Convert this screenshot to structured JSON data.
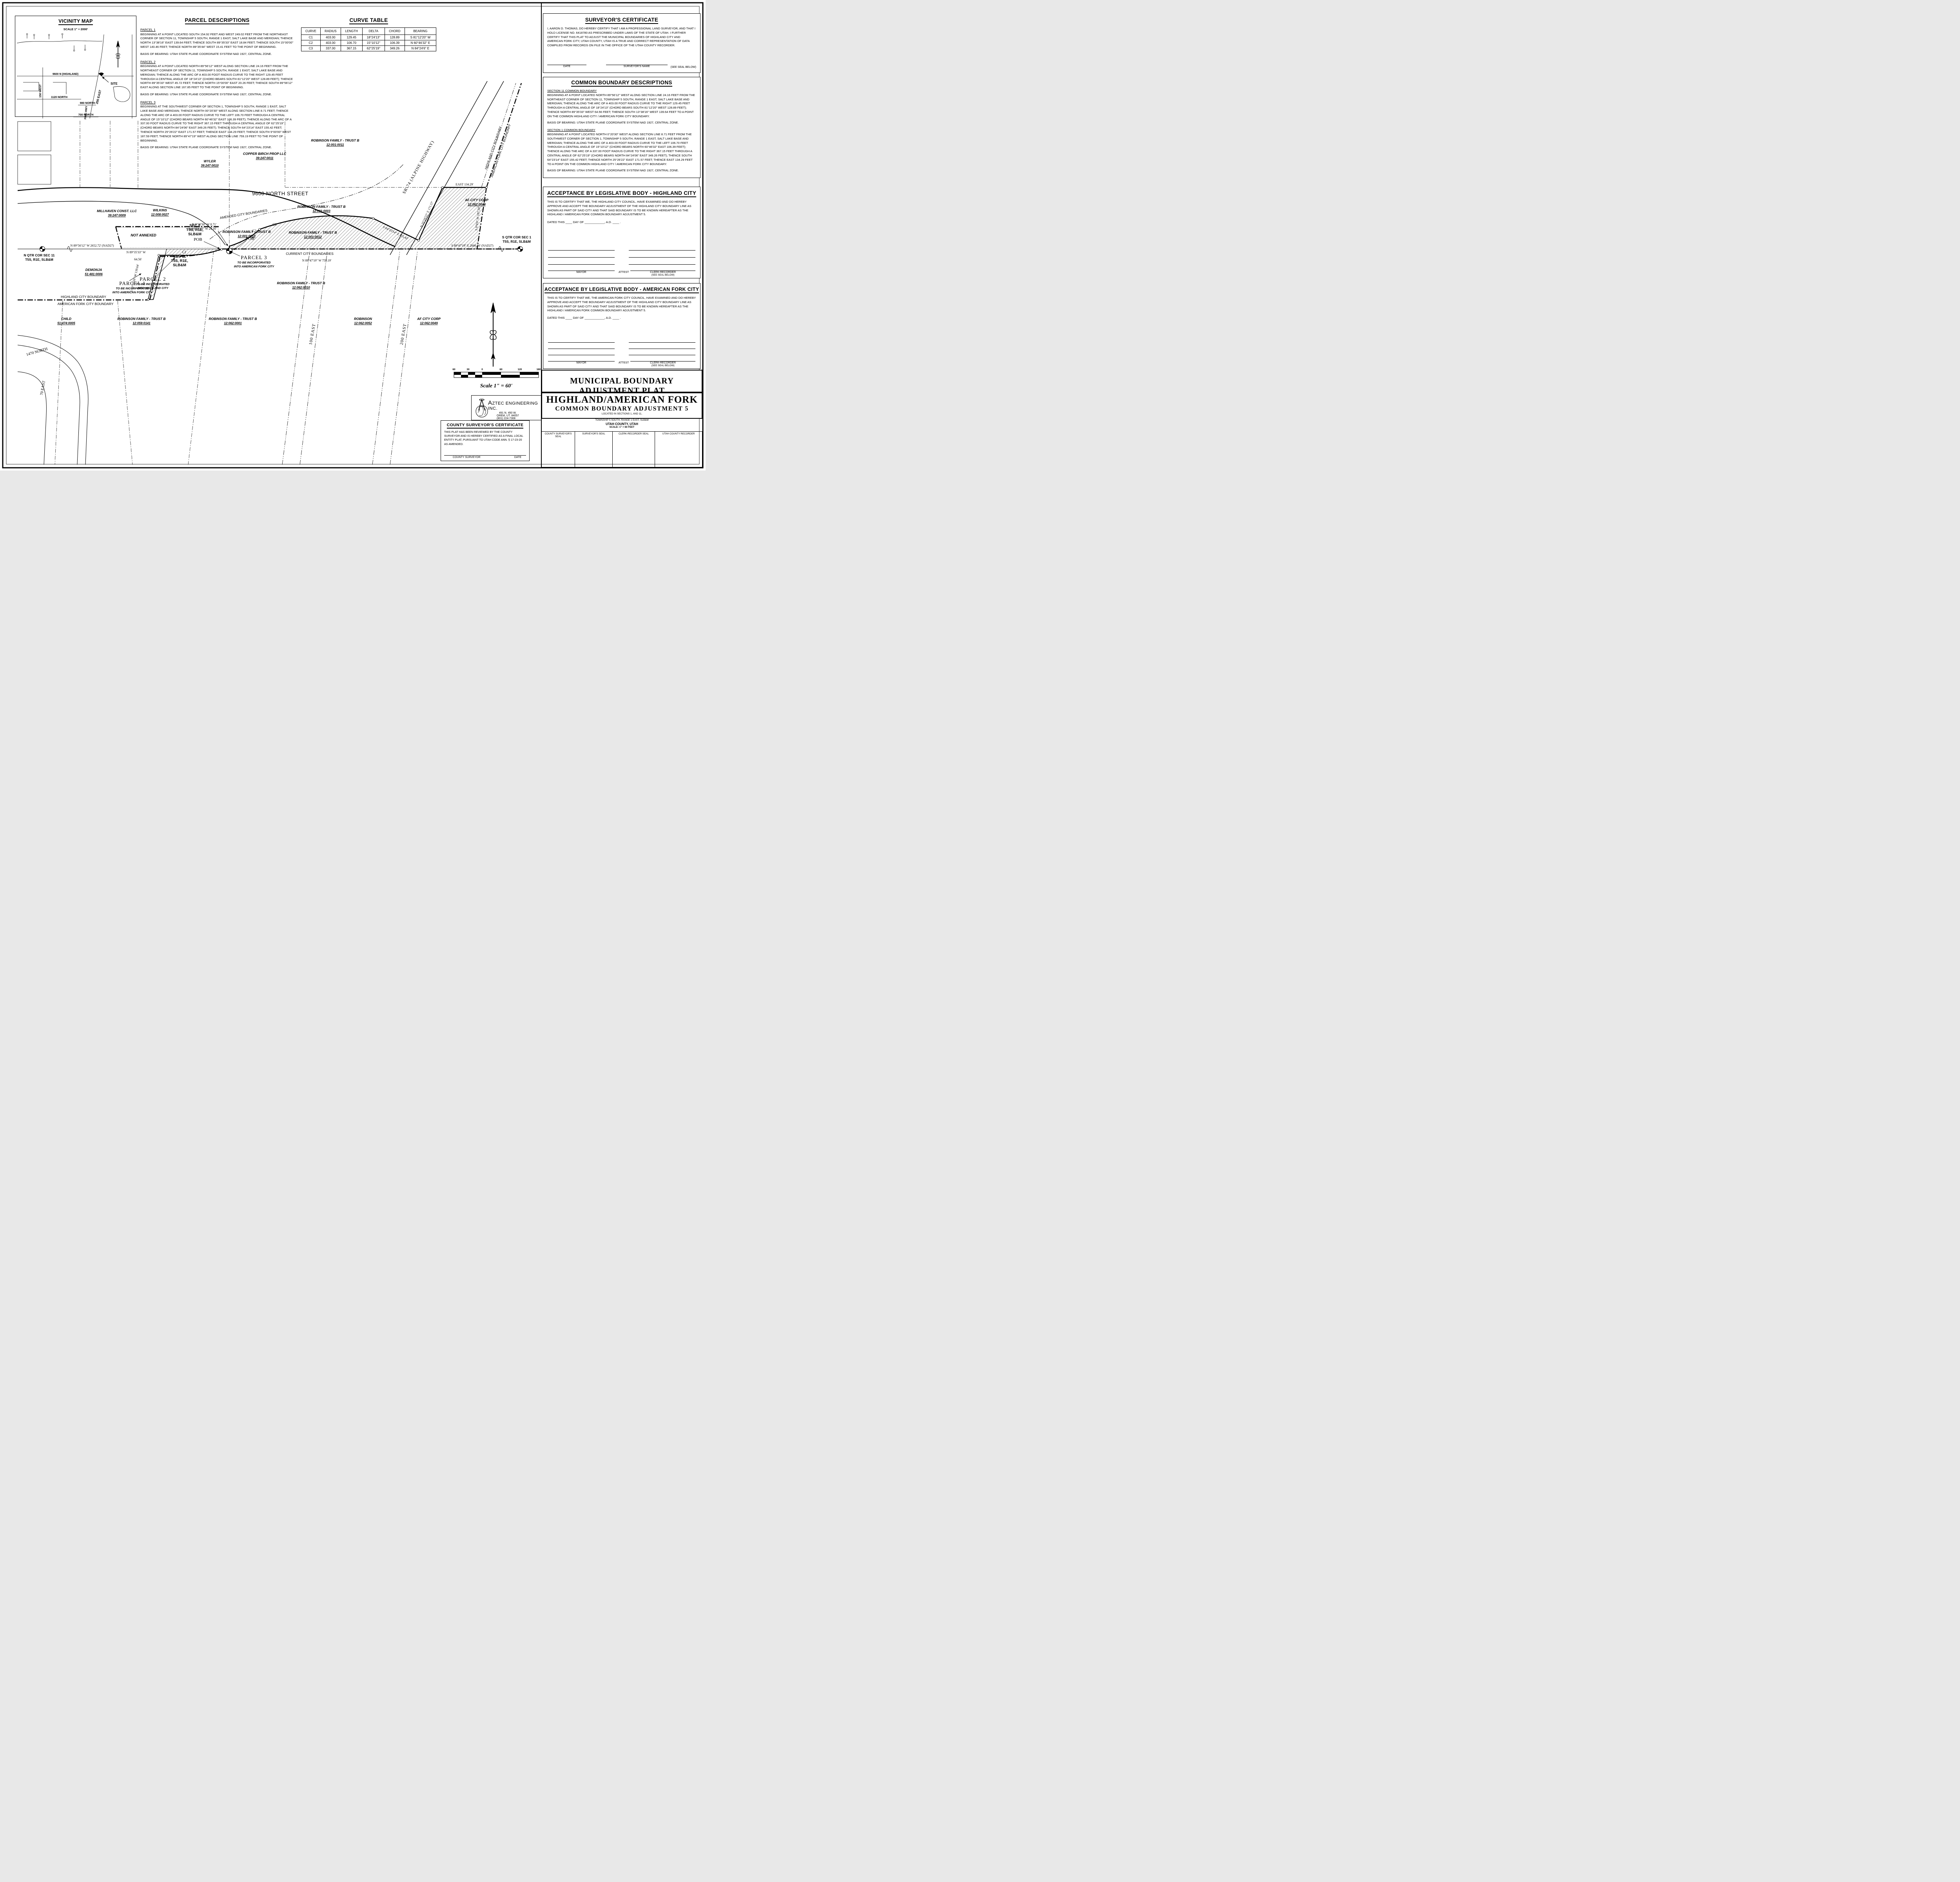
{
  "vicinity": {
    "title": "VICINITY MAP",
    "scale": "SCALE 1\" = 2000'",
    "labels": {
      "street9600": "9600 N (HIGHLAND)",
      "site": "SITE",
      "w150": "150 WEST",
      "e200": "200 EAST",
      "n1120": "1120 NORTH",
      "n980": "980 NORTH",
      "alpine": "ALPINE HWY",
      "n700": "700 NORTH"
    }
  },
  "parcel_descriptions": {
    "title": "PARCEL DESCRIPTIONS",
    "parcel1_head": "PARCEL 1",
    "parcel1_body": "BEGINNING AT A POINT LOCATED SOUTH 154.92 FEET AND WEST 249.02 FEET FROM THE NORTHEAST CORNER OF SECTION 11, TOWNSHIP 5 SOUTH, RANGE 1 EAST, SALT LAKE BASE AND MERIDIAN;  THENCE NORTH 13°38'16\" EAST 139.64 FEET;  THENCE SOUTH 89°35'33\" EAST 18.84 FEET;  THENCE SOUTH 15°00'00\" WEST 140.46 FEET;  THENCE NORTH 89°35'44\" WEST 15.41 FEET TO THE POINT OF BEGINNING.",
    "basis1": "BASIS OF BEARING: UTAH STATE PLANE COORDINATE SYSTEM NAD 1927, CENTRAL ZONE.",
    "parcel2_head": "PARCEL 2",
    "parcel2_body": "BEGINNING AT A POINT LOCATED NORTH 89°56'12\" WEST ALONG SECTION LINE 24.16 FEET FROM THE NORTHEAST CORNER OF SECTION 11, TOWNSHIP 5 SOUTH, RANGE 1 EAST, SALT LAKE BASE AND MERIDIAN;  THENCE ALONG THE ARC OF A 403.00 FOOT RADIUS CURVE TO THE RIGHT 129.45 FEET THROUGH A CENTRAL ANGLE OF 18°24'13\" (CHORD BEARS SOUTH 81°12'20\" WEST 128.89 FEET);  THENCE NORTH 89°35'33\" WEST 45.72 FEET;  THENCE NORTH 15°00'00\" EAST 20.26 FEET;  THENCE SOUTH 89°56'12\" EAST ALONG SECTION LINE 167.85 FEET TO THE POINT OF BEGINNING.",
    "basis2": "BASIS OF BEARING: UTAH STATE PLANE COORDINATE SYSTEM NAD 1927, CENTRAL ZONE.",
    "parcel3_head": "PARCEL 3",
    "parcel3_body": "BEGINNING AT THE SOUTHWEST CORNER OF SECTION 1, TOWNSHIP 5 SOUTH, RANGE 1 EAST, SALT LAKE BASE AND MERIDIAN;  THENCE NORTH 00°20'30\" WEST ALONG SECTION LINE 8.71 FEET;  THENCE ALONG THE ARC OF A 403.00 FOOT RADIUS CURVE TO THE LEFT 106.70 FEET THROUGH A CENTRAL ANGLE OF 15°10'12\" (CHORD BEARS NORTH 60°46'32\" EAST 106.39 FEET);  THENCE ALONG THE ARC OF A 337.00 FOOT RADIUS CURVE TO THE RIGHT 367.15 FEET THROUGH A CENTRAL ANGLE OF 62°25'19\" (CHORD BEARS NORTH 84°24'06\" EAST 349.26 FEET);  THENCE SOUTH 64°23'14\" EAST 155.42 FEET;  THENCE NORTH 25°26'22\" EAST 171.57 FEET;  THENCE EAST 134.29 FEET;  THENCE SOUTH 9°00'00\" WEST 187.59 FEET;  THENCE NORTH 89°47'19\" WEST ALONG SECTION LINE 759.19 FEET TO THE POINT OF BEGINNING.",
    "basis3": "BASIS OF BEARING: UTAH STATE PLANE COORDINATE SYSTEM NAD 1927, CENTRAL ZONE."
  },
  "curve_table": {
    "title": "CURVE TABLE",
    "headers": [
      "CURVE",
      "RADIUS",
      "LENGTH",
      "DELTA",
      "CHORD",
      "BEARING"
    ],
    "rows": [
      {
        "curve": "C1",
        "radius": "403.00",
        "length": "129.45",
        "delta": "18°24'13\"",
        "chord": "128.89",
        "bearing": "S 81°12'20\" W"
      },
      {
        "curve": "C2",
        "radius": "403.00",
        "length": "106.70",
        "delta": "15°10'12\"",
        "chord": "106.39",
        "bearing": "N 60°46'32\" E"
      },
      {
        "curve": "C3",
        "radius": "337.00",
        "length": "367.15",
        "delta": "62°25'19\"",
        "chord": "349.26",
        "bearing": "N 84°24'6\" E"
      }
    ]
  },
  "surveyors_certificate": {
    "title": "SURVEYOR'S CERTIFICATE",
    "body": "I, AARON D. THOMAS, DO HEREBY CERTIFY THAT I AM A PROFESSIONAL LAND SURVEYOR, AND THAT I HOLD LICENSE NO. 6418780 AS PRESCRIBED UNDER LAWS OF THE STATE OF UTAH.  I FURTHER CERTIFY THAT THIS PLAT TO ADJUST THE MUNICIPAL BOUNDARIES OF HIGHLAND CITY AND AMERICAN FORK CITY, UTAH COUNTY, UTAH IS A TRUE AND CORRECT REPRESENTATION OF DATA COMPILED FROM RECORDS ON FILE IN THE OFFICE OF THE UTAH COUNTY RECORDER.",
    "date_label": "DATE",
    "name_label": "SURVEYOR'S NAME",
    "seal_note": "(SEE SEAL BELOW)"
  },
  "common_boundary": {
    "title": "COMMON BOUNDARY DESCRIPTIONS",
    "sec11_head": "SECTION 11 COMMON BOUNDARY",
    "sec11_body": "BEGINNING AT A POINT LOCATED NORTH 89°56'12\" WEST ALONG SECTION LINE 24.16 FEET FROM THE NORTHEAST CORNER OF SECTION 11, TOWNSHIP 5 SOUTH, RANGE 1 EAST, SALT LAKE BASE AND MERIDIAN;  THENCE ALONG THE ARC OF A 403.00 FOOT RADIUS CURVE TO THE RIGHT 129.45 FEET THROUGH A CENTRAL ANGLE OF 18°24'13\" (CHORD BEARS SOUTH 81°12'20\" WEST 128.89 FEET);  THENCE NORTH 89°35'33\" WEST 64.56 FEET;  THENCE SOUTH 13°38'16\" WEST 139.64 FEET TO A POINT ON THE COMMON HIGHLAND CITY / AMERICAN FORK CITY BOUNDARY.",
    "basis1": "BASIS OF BEARING: UTAH STATE PLANE COORDINATE SYSTEM NAD 1927, CENTRAL ZONE.",
    "sec1_head": "SECTION 1 COMMON BOUNDARY",
    "sec1_body": "BEGINNING AT A POINT LOCATED NORTH 0°20'30\" WEST ALONG SECTION LINE 8.71 FEET FROM THE SOUTHWEST CORNER OF SECTION 1, TOWNSHIP 5 SOUTH, RANGE 1 EAST, SALT LAKE BASE AND MERIDIAN; THENCE ALONG THE ARC OF A 403.00 FOOT RADIUS CURVE TO THE LEFT 106.70 FEET THROUGH A CENTRAL ANGLE OF 15°10'12\" (CHORD BEARS NORTH 60°46'32\" EAST 106.39 FEET);  THENCE ALONG THE ARC OF A 337.00 FOOT RADIUS CURVE TO THE RIGHT 367.15 FEET THROUGH A CENTRAL ANGLE OF 62°25'19\" (CHORD BEARS NORTH 84°24'06\" EAST 349.26 FEET);  THENCE SOUTH 64°23'14\" EAST 155.42 FEET;  THENCE NORTH 25°26'22\" EAST 171.57 FEET;  THENCE EAST 134.29 FEET TO A POINT ON THE COMMON HIGHLAND CITY / AMERICAN FORK CITY BOUNDARY.",
    "basis2": "BASIS OF BEARING: UTAH STATE PLANE COORDINATE SYSTEM NAD 1927, CENTRAL ZONE."
  },
  "acceptance_highland": {
    "title": "ACCEPTANCE BY LEGISLATIVE BODY - HIGHLAND CITY",
    "body": "THIS IS TO CERTIFY THAT WE, THE HIGHLAND CITY COUNCIL, HAVE EXAMINED AND DO HEREBY APPROVE AND ACCEPT THE BOUNDARY ADJUSTMENT OF THE HIGHLAND CITY BOUNDARY LINE AS SHOWN AS PART OF SAID CITY AND THAT SAID BOUNDARY IS TO BE KNOWN HEREAFTER AS THE HIGHLAND / AMERICAN FORK COMMON BOUNDARY ADJUSTMENT 5.",
    "dated": "DATED THIS ____ DAY OF ____________, A.D. ____ .",
    "mayor": "MAYOR",
    "attest": "ATTEST",
    "clerk": "CLERK-RECORDER",
    "seal_note": "(SEE SEAL BELOW)"
  },
  "acceptance_af": {
    "title": "ACCEPTANCE BY LEGISLATIVE BODY - AMERICAN FORK CITY",
    "body": "THIS IS TO CERTIFY THAT WE, THE AMERICAN FORK CITY COUNCIL, HAVE EXAMINED AND DO HEREBY APPROVE AND ACCEPT THE BOUNDARY ADJUSTMENT OF THE HIGHLAND CITY BOUNDARY LINE AS SHOWN AS PART OF SAID CITY AND THAT SAID BOUNDARY IS TO BE KNOWN HEREAFTER AS THE HIGHLAND / AMERICAN FORK COMMON BOUNDARY ADJUSTMENT 5.",
    "dated": "DATED THIS ____ DAY OF ____________, A.D. ____ .",
    "mayor": "MAYOR",
    "attest": "ATTEST",
    "clerk": "CLERK-RECORDER",
    "seal_note": "(SEE SEAL BELOW)"
  },
  "county_certificate": {
    "title": "COUNTY SURVEYOR'S CERTIFICATE",
    "body": "THIS PLAT HAS BEEN REVIEWED BY THE COUNTY SURVEYOR AND IS HEREBY CERTIFIED AS A FINAL LOCAL ENTITY PLAT, PURSUANT TO UTAH CODE ANN. § 17-23-20 AS AMENDED.",
    "surveyor_label": "COUNTY SURVEYOR",
    "date_label": "DATE"
  },
  "firm": {
    "name": "ZTEC ENGINEERING INC.",
    "initial": "A",
    "addr1": "491 N. 450 W.",
    "addr2": "OREM, UT. 84057",
    "phone": "(801) 224-7308"
  },
  "scale_bar": {
    "ticks": [
      "60",
      "30",
      "0",
      "60",
      "120",
      "180"
    ],
    "caption": "Scale 1\" = 60'"
  },
  "title_block": {
    "band": "MUNICIPAL BOUNDARY ADJUSTMENT PLAT",
    "city": "HIGHLAND/AMERICAN FORK",
    "adjustment": "COMMON BOUNDARY ADJUSTMENT 5",
    "located1": "LOCATED IN SECTIONS 1, AND 11,",
    "located2": "TOWNSHIP 5 SOUTH, RANGE 1 EAST, SLB&M",
    "county": "UTAH COUNTY, UTAH",
    "scale": "SCALE: 1\" = 60 FEET"
  },
  "seals": {
    "county_surveyor": "COUNTY SURVEYOR'S SEAL",
    "surveyor": "SURVEYOR'S SEAL",
    "clerk": "CLERK-RECORDER SEAL",
    "recorder": "UTAH COUNTY RECORDER"
  },
  "map": {
    "labels": {
      "sec_line_w": "N 89°56'12\" W  2652.72' (NAD27)",
      "sec_line_e": "S 89°47'19\" E  2606.66' (NAD27)",
      "n_qtr_1": "N QTR COR SEC 11",
      "n_qtr_2": "T5S, R1E, SLB&M",
      "s_qtr_1": "S QTR COR SEC 1",
      "s_qtr_2": "T5S, R1E, SLB&M",
      "street_9600": "9600 NORTH STREET",
      "sr74": "SR-74 (ALPINE HIGHWAY)",
      "amended": "AMENDED CITY BOUNDARIES",
      "current": "CURRENT CITY BOUNDARIES",
      "current_dim": "N 89°47'19\" W  759.19'",
      "highland_bdy": "HIGHLAND CITY BOUNDARY",
      "af_bdy": "AMERICAN FORK CITY BOUNDARY",
      "east_dim": "EAST  134.29'",
      "s9": "S 9°0'0\" W  187.59'",
      "n25": "N 25°26'22\" E  171.57'",
      "s64": "S 64°23'14\" E  155.42'",
      "s13": "S 13°38'16\" W  139.64'",
      "n8935": "N 89°35'33\" W",
      "d6456": "64.56'",
      "n020": "N 0°20'30\" W  8.71'",
      "n8956": "N 89°56'12\" W  24.16'",
      "pob_left": "POB",
      "pob_right": "POB",
      "c1": "C1",
      "c2": "C2",
      "c3": "C3",
      "sec1_1": "SEC 1",
      "sec1_2": "T5S, R1E,",
      "sec1_3": "SLB&M",
      "sec11_1": "SEC 11",
      "sec11_2": "T5S, R1E,",
      "sec11_3": "SLB&M",
      "not_annexed": "NOT ANNEXED",
      "parcel1_t": "PARCEL 1",
      "parcel1_s1": "TO BE INCORPORATED",
      "parcel1_s2": "INTO AMERICAN FORK CITY",
      "parcel2_t": "PARCEL 2",
      "parcel2_s1": "TO BE INCORPORATED",
      "parcel2_s2": "INTO HIGHLAND CITY",
      "parcel3_t": "PARCEL 3",
      "parcel3_s1": "TO BE INCORPORATED",
      "parcel3_s2": "INTO AMERICAN FORK CITY",
      "street_100": "100 EAST",
      "street_200": "200 EAST",
      "n1470": "1470 NORTH",
      "e70": "70 EAST"
    },
    "owners": [
      {
        "name": "ROBINSON FAMILY - TRUST B",
        "id": "12:001:0011"
      },
      {
        "name": "COPPER BIRCH PROP LLC",
        "id": "39:247:0011"
      },
      {
        "name": "WYLER",
        "id": "39:247:0010"
      },
      {
        "name": "MILLHAVEN CONST. LLC",
        "id": "39:247:0009"
      },
      {
        "name": "WILKINS",
        "id": "12:008:0027"
      },
      {
        "name": "ROBINSON FAMILY - TRUST B",
        "id": "12:001:0003"
      },
      {
        "name": "ROBINSON FAMILY - TRUST B",
        "id": "12:001:0010"
      },
      {
        "name": "ROBINSON FAMILY - TRUST B",
        "id": "12:001:0012"
      },
      {
        "name": "AF CITY CORP",
        "id": "12:062:0049"
      },
      {
        "name": "ROBINSON FAMILY - TRUST B",
        "id": "12:062:0010"
      },
      {
        "name": "DEMONJA",
        "id": "51:481:0006"
      },
      {
        "name": "ROBINSON FAMILY - TRUST B",
        "id": "12:059:0141"
      },
      {
        "name": "ROBINSON FAMILY - TRUST B",
        "id": "12:062:0001"
      },
      {
        "name": "ROBINSON",
        "id": "12:062:0052"
      },
      {
        "name": "AF CITY CORP",
        "id": "12:062:0049"
      },
      {
        "name": "CHILD",
        "id": "51:474:0005"
      }
    ]
  }
}
